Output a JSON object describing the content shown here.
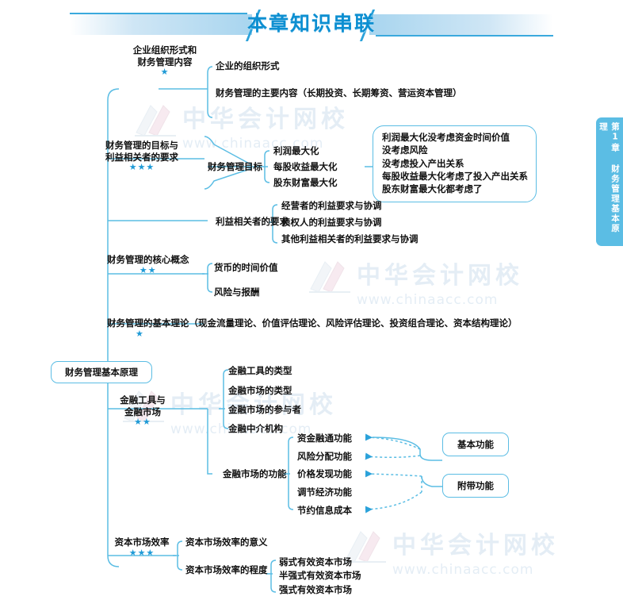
{
  "banner": {
    "title": "本章知识串联"
  },
  "side_tab": {
    "label": "第1章 财务管理基本原理"
  },
  "watermark": {
    "text": "中华会计网校",
    "url": "www.chinaacc.com"
  },
  "center_node": {
    "label": "财务管理基本原理"
  },
  "branches": {
    "b1": {
      "title_line1": "企业组织形式和",
      "title_line2": "财务管理内容",
      "stars": "★",
      "items": [
        "企业的组织形式",
        "财务管理的主要内容（长期投资、长期筹资、营运资本管理）"
      ]
    },
    "b2": {
      "title_line1": "财务管理的目标与",
      "title_line2": "利益相关者的要求",
      "stars": "★★★",
      "goal_label": "财务管理目标",
      "goal_items": [
        "利润最大化",
        "每股收益最大化",
        "股东财富最大化"
      ],
      "callout_lines": [
        "利润最大化没考虑资金时间价值",
        "没考虑风险",
        "没考虑投入产出关系",
        "每股收益最大化考虑了投入产出关系",
        "股东财富最大化都考虑了"
      ],
      "stakeholder_label": "利益相关者的要求",
      "stakeholder_items": [
        "经营者的利益要求与协调",
        "债权人的利益要求与协调",
        "其他利益相关者的利益要求与协调"
      ]
    },
    "b3": {
      "title": "财务管理的核心概念",
      "stars": "★★",
      "items": [
        "货币的时间价值",
        "风险与报酬"
      ]
    },
    "b4": {
      "title": "财务管理的基本理论（现金流量理论、价值评估理论、风险评估理论、投资组合理论、资本结构理论）",
      "stars": "★"
    },
    "b5": {
      "title_line1": "金融工具与",
      "title_line2": "金融市场",
      "stars": "★★",
      "items": [
        "金融工具的类型",
        "金融市场的类型",
        "金融市场的参与者",
        "金融中介机构"
      ],
      "function_label": "金融市场的功能",
      "function_items": [
        "资金融通功能",
        "风险分配功能",
        "价格发现功能",
        "调节经济功能",
        "节约信息成本"
      ],
      "group_basic": "基本功能",
      "group_extra": "附带功能"
    },
    "b6": {
      "title": "资本市场效率",
      "stars": "★★★",
      "items": [
        "资本市场效率的意义",
        "资本市场效率的程度"
      ],
      "degree_items": [
        "弱式有效资本市场",
        "半强式有效资本市场",
        "强式有效资本市场"
      ]
    }
  },
  "colors": {
    "line": "#5bbde4",
    "accent": "#1f9ad6",
    "title": "#0d8fd1",
    "tab_bg": "#5bbde4",
    "watermark": "#cfe0ee"
  }
}
